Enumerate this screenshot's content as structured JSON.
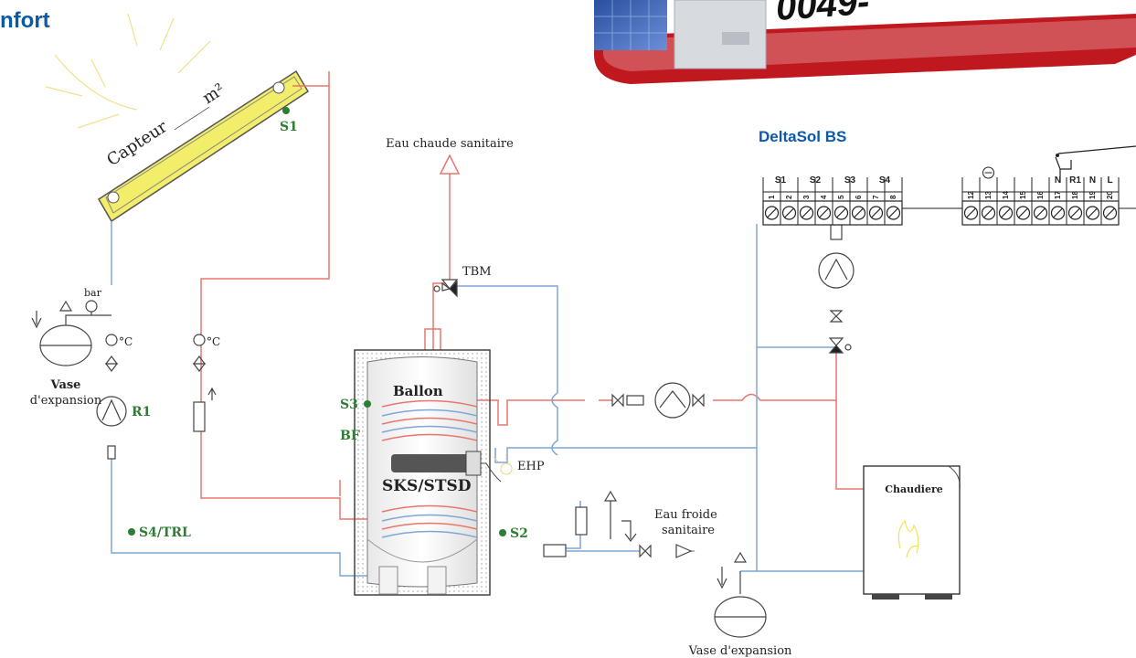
{
  "header": {
    "title_fragment": "nfort",
    "banner_text": "0049-"
  },
  "controller": {
    "name": "DeltaSol BS",
    "group_labels": [
      "S1",
      "S2",
      "S3",
      "S4",
      "N",
      "R1",
      "N",
      "L"
    ],
    "terminals_left": [
      "1",
      "2",
      "3",
      "4",
      "5",
      "6",
      "7",
      "8"
    ],
    "terminals_right": [
      "12",
      "13",
      "14",
      "15",
      "16",
      "17",
      "18",
      "19",
      "20"
    ]
  },
  "collector": {
    "label": "Capteur _____m²",
    "sensor": "S1"
  },
  "hot_water_label": "Eau chaude sanitaire",
  "mixing_valve_label": "TBM",
  "left_circuit": {
    "pressure_unit": "bar",
    "temp_unit_1": "°C",
    "temp_unit_2": "°C",
    "vase_line1": "Vase",
    "vase_line2": "d'expansion",
    "pump": "R1",
    "return_sensor": "S4/TRL"
  },
  "tank": {
    "label_top": "Ballon",
    "label_model": "SKS/STSD",
    "sensor_s3": "S3",
    "sensor_bf": "BF",
    "sensor_s2": "S2",
    "heater": "EHP"
  },
  "cold_water_line1": "Eau froide",
  "cold_water_line2": "sanitaire",
  "boiler": "Chaudiere",
  "vase_bottom": "Vase d'expansion",
  "colors": {
    "hot": "#e8766e",
    "cold": "#7fa6d8",
    "sensor": "#2e7d32",
    "brand": "#0a5aa8",
    "banner": "#d2202a"
  }
}
